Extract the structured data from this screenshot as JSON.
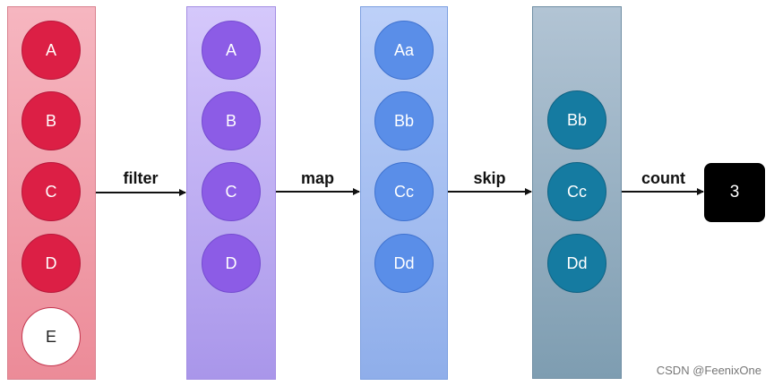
{
  "stages": [
    {
      "items": [
        "A",
        "B",
        "C",
        "D",
        "E"
      ]
    },
    {
      "items": [
        "A",
        "B",
        "C",
        "D"
      ]
    },
    {
      "items": [
        "Aa",
        "Bb",
        "Cc",
        "Dd"
      ]
    },
    {
      "items": [
        "Bb",
        "Cc",
        "Dd"
      ]
    }
  ],
  "operations": [
    "filter",
    "map",
    "skip",
    "count"
  ],
  "result": "3",
  "watermark": "CSDN @FeenixOne",
  "colors": {
    "stage_0_circle": "#dc1f45",
    "stage_0_filtered_out": "#ffffff",
    "stage_1_circle": "#8c5ce6",
    "stage_2_circle": "#5a8ee8",
    "stage_3_circle": "#157ba1",
    "result_box": "#000000"
  }
}
